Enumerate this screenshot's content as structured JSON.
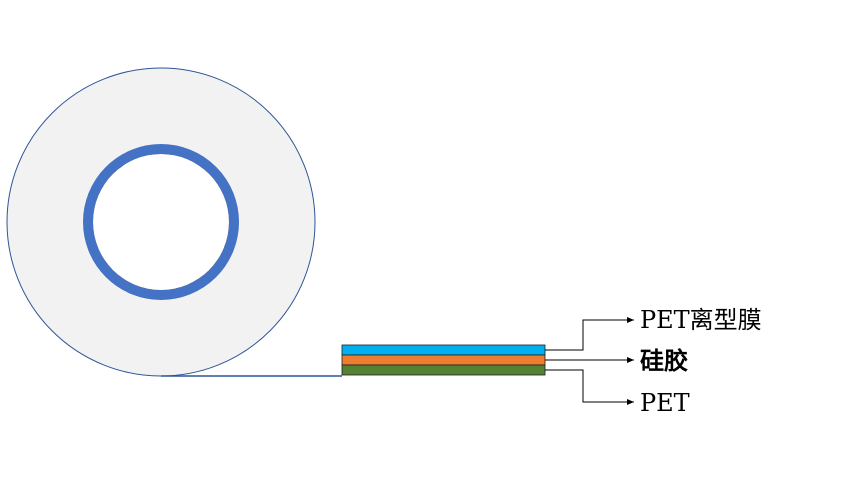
{
  "diagram": {
    "roll": {
      "disc_color": "#f2f2f2",
      "outline_color": "#2f5597",
      "core_ring_color": "#4472c4",
      "core_fill": "#ffffff"
    },
    "layers": [
      {
        "label": "PET离型膜",
        "color": "#00b0f0"
      },
      {
        "label": "硅胶",
        "color": "#ed7d31"
      },
      {
        "label": "PET",
        "color": "#548235"
      }
    ],
    "connector_color": "#000000",
    "tape_line_color": "#2f5597"
  }
}
